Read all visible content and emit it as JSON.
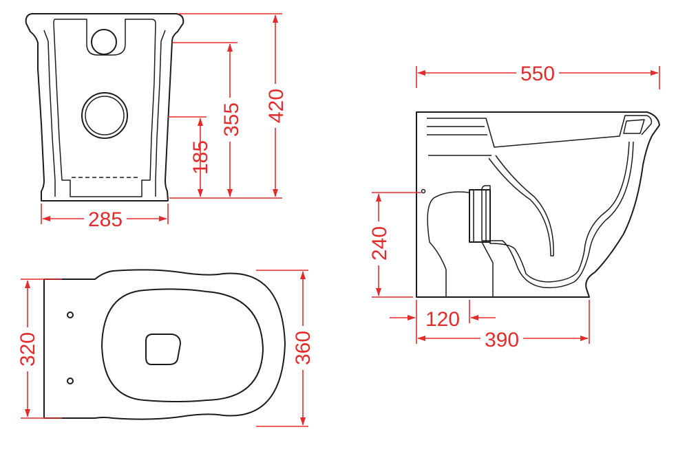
{
  "colors": {
    "outline": "#1a1a1a",
    "dimension": "#e32b2b",
    "background": "#ffffff"
  },
  "dimensions": {
    "front_width": "285",
    "front_height_total": "420",
    "front_height_inlet": "355",
    "front_height_outlet": "185",
    "side_length": "550",
    "side_outlet_height": "240",
    "side_outlet_offset": "120",
    "side_base_length": "390",
    "top_width_back": "320",
    "top_width_total": "360"
  }
}
